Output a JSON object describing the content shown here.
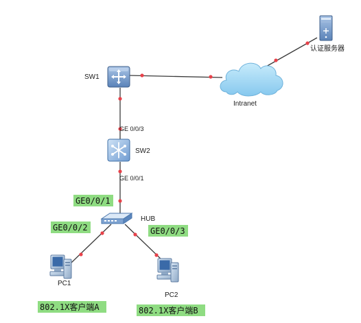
{
  "diagram": {
    "devices": {
      "sw1": "SW1",
      "sw2": "SW2",
      "hub": "HUB",
      "pc1": "PC1",
      "pc2": "PC2",
      "cloud": "Intranet",
      "server": "认证服务器"
    },
    "port_labels": {
      "sw1_down": "GE 0/0/3",
      "sw2_down": "GE 0/0/1"
    },
    "annotations": {
      "hub_up": "GE0/0/1",
      "hub_left": "GE0/0/2",
      "hub_right": "GE0/0/3",
      "client_a": "802.1X客户端A",
      "client_b": "802.1X客户端B"
    },
    "colors": {
      "link": "#3a3a3a",
      "port_dot": "#e8424a",
      "highlight": "#8fdc82",
      "device_blue": "#6d92c2",
      "cloud": "#9fd3f2"
    },
    "icons": {
      "sw1": "router-icon",
      "sw2": "switch-icon",
      "hub": "hub-icon",
      "pc": "desktop-pc-icon",
      "server": "server-icon",
      "cloud": "cloud-icon"
    }
  }
}
